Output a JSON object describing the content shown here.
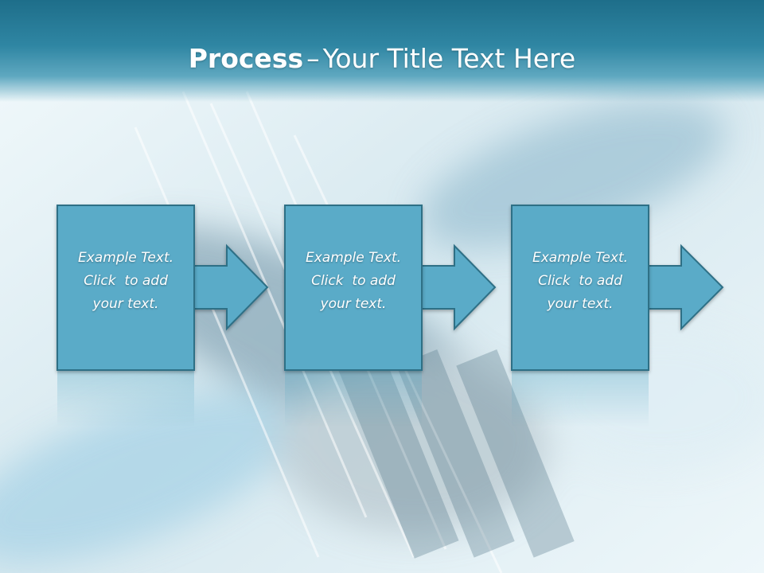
{
  "slide": {
    "title_bold": "Process",
    "title_separator": "–",
    "title_rest": "Your Title Text Here"
  },
  "steps": [
    {
      "line1": "Example Text.",
      "line2": "Click  to add",
      "line3": "your text."
    },
    {
      "line1": "Example Text.",
      "line2": "Click  to add",
      "line3": "your text."
    },
    {
      "line1": "Example Text.",
      "line2": "Click  to add",
      "line3": "your text."
    }
  ],
  "colors": {
    "title_bar": "#2f86a3",
    "box_fill": "#5aabc8",
    "box_stroke": "#2e6f86",
    "title_text": "#ffffff"
  }
}
